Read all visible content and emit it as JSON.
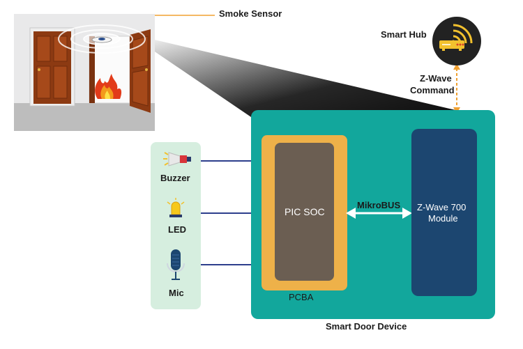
{
  "labels": {
    "smoke_sensor": "Smoke Sensor",
    "smart_hub": "Smart Hub",
    "zwave_cmd_line1": "Z-Wave",
    "zwave_cmd_line2": "Command",
    "buzzer": "Buzzer",
    "led": "LED",
    "mic": "Mic",
    "pic_soc": "PIC SOC",
    "pcba": "PCBA",
    "mikrobus": "MikroBUS",
    "zwave_module_line1": "Z-Wave 700",
    "zwave_module_line2": "Module",
    "device_name": "Smart Door Device"
  },
  "colors": {
    "device_bg": "#12a79c",
    "pcba": "#eeb149",
    "soc": "#6b5e52",
    "module": "#1c4670",
    "peripheral_panel": "#d6eedf",
    "wire": "#2c3e8c",
    "hub_circle": "#222222",
    "hub_accent": "#f2c12e",
    "leader_line": "#f0a030"
  },
  "icons": [
    "door-scene-image",
    "fire-icon",
    "smoke-sensor-icon",
    "router-wifi-icon",
    "buzzer-icon",
    "led-bulb-icon",
    "microphone-icon"
  ]
}
